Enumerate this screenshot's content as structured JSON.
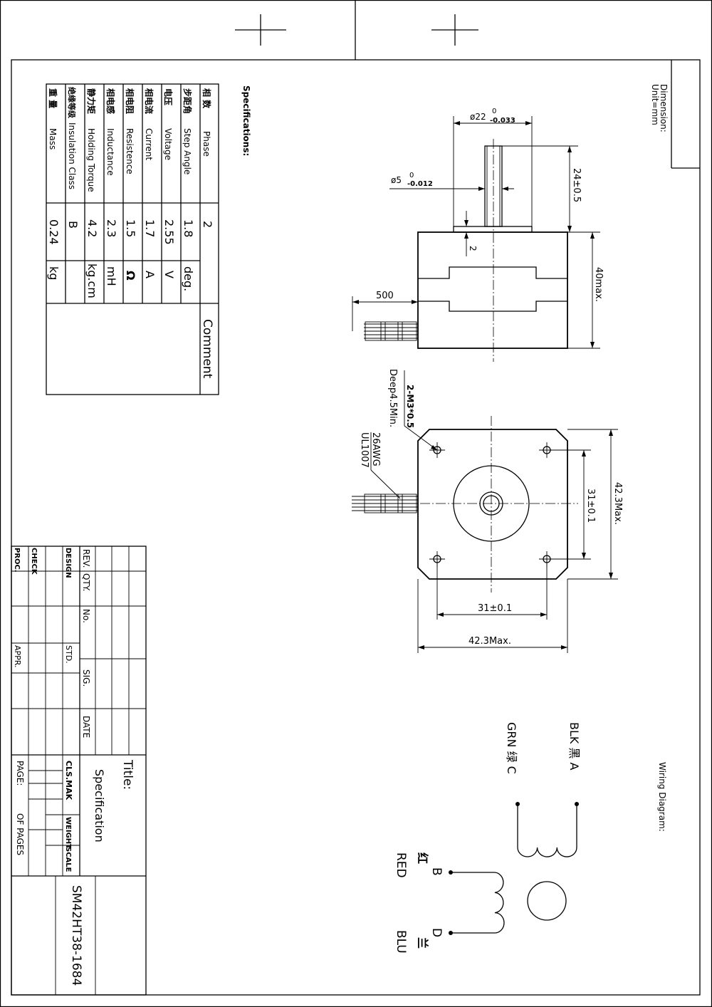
{
  "dimension": {
    "title": "Dimension:",
    "unit": "Unit=mm"
  },
  "specifications": {
    "title": "Specifications:",
    "comment_header": "Comment",
    "rows": [
      {
        "cn": "相  数",
        "en": "Phase",
        "value": "2",
        "unit": ""
      },
      {
        "cn": "步距角",
        "en": "Step Angle",
        "value": "1.8",
        "unit": "deg."
      },
      {
        "cn": "电压",
        "en": "Voltage",
        "value": "2.55",
        "unit": "V"
      },
      {
        "cn": "相电流",
        "en": "Current",
        "value": "1.7",
        "unit": "A"
      },
      {
        "cn": "相电阻",
        "en": "Resistence",
        "value": "1.5",
        "unit": "Ω"
      },
      {
        "cn": "相电感",
        "en": "Inductance",
        "value": "2.3",
        "unit": "mH"
      },
      {
        "cn": "静力矩",
        "en": "Holding Torque",
        "value": "4.2",
        "unit": "kg.cm"
      },
      {
        "cn": "绝缘等级",
        "en": "Insulation Class",
        "value": "B",
        "unit": ""
      },
      {
        "cn": "重  量",
        "en": "Mass",
        "value": "0.24",
        "unit": "kg"
      }
    ]
  },
  "side_view": {
    "shaft_dia": "ø22",
    "shaft_dia_upper": "0",
    "shaft_dia_lower": "-0.033",
    "pin_dia": "ø5",
    "pin_dia_upper": "0",
    "pin_dia_lower": "-0.012",
    "shaft_length": "24±0.5",
    "boss_height": "2",
    "body_length": "40max.",
    "lead_length": "500"
  },
  "front_view": {
    "mount_holes": "2-M3*0.5",
    "hole_depth": "Deep4.5Min.",
    "wire_gauge": "26AWG",
    "wire_type": "UL1007",
    "hole_spacing_v": "31±0.1",
    "body_width_v": "42.3Max.",
    "hole_spacing_h": "31±0.1",
    "body_width_h": "42.3Max."
  },
  "wiring": {
    "title": "Wiring Diagram:",
    "a_label": "BLK 黑 A",
    "c_label": "GRN 绿 C",
    "b_label": "B",
    "d_label": "D",
    "red_en": "RED",
    "red_cn": "红",
    "blu_en": "BLU",
    "blu_cn": "兰"
  },
  "title_block": {
    "rev": "REV.",
    "qty": "QTY.",
    "no": "No.",
    "sig": "SIG.",
    "date": "DATE",
    "design": "DESIGN",
    "check": "CHECK",
    "proc": "PROC.",
    "std": "STD.",
    "appr": "APPR.",
    "title_label": "Title:",
    "title_value": "Specification",
    "cls_mak": "CLS.MAK",
    "weight": "WEIGHT",
    "scale": "SCALE",
    "page": "PAGE:",
    "of_pages": "OF  PAGES",
    "model": "SM42HT38-1684"
  }
}
